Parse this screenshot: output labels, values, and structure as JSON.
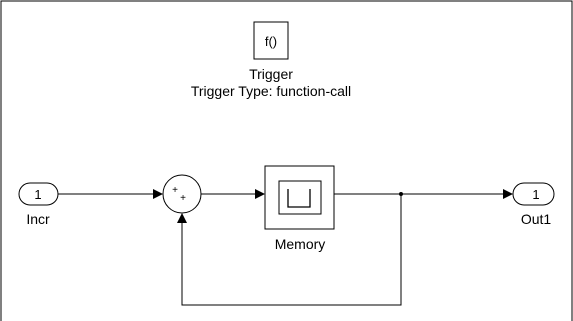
{
  "trigger_block": {
    "icon_text": "f()",
    "name": "Trigger",
    "type_text": "Trigger Type: function-call"
  },
  "inport": {
    "number": "1",
    "name": "Incr"
  },
  "sum_block": {
    "signs": [
      "+",
      "+"
    ]
  },
  "memory_block": {
    "name": "Memory"
  },
  "outport": {
    "number": "1",
    "name": "Out1"
  }
}
